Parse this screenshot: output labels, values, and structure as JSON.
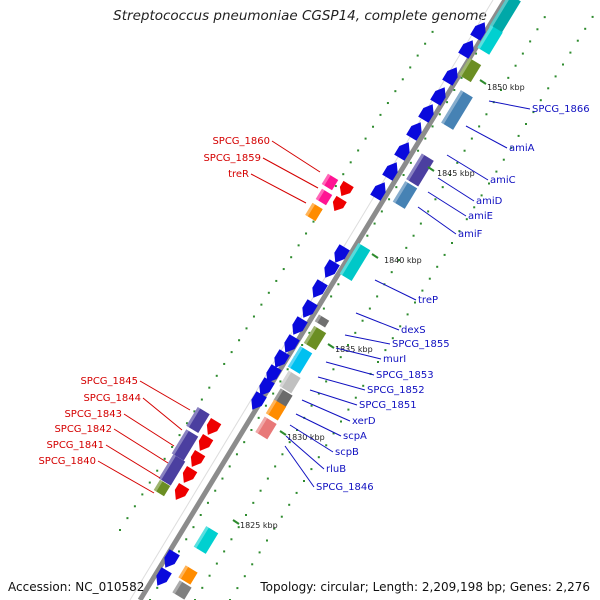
{
  "title": "Streptococcus pneumoniae CGSP14, complete genome",
  "footer": {
    "accession": "Accession: NC_010582",
    "topology": "Topology: circular; Length: 2,209,198 bp; Genes: 2,276"
  },
  "colors": {
    "backbone": "#8c8c8c",
    "tick_dots": "#2e8b2e",
    "left_label": "#d40000",
    "right_label": "#1010c0"
  },
  "kbp_labels": [
    "1850 kbp",
    "1845 kbp",
    "1840 kbp",
    "1835 kbp",
    "1830 kbp",
    "1825 kbp"
  ],
  "left_genes": [
    "SPCG_1860",
    "SPCG_1859",
    "treR",
    "SPCG_1845",
    "SPCG_1844",
    "SPCG_1843",
    "SPCG_1842",
    "SPCG_1841",
    "SPCG_1840"
  ],
  "right_genes": [
    "SPCG_1866",
    "amiA",
    "amiC",
    "amiD",
    "amiE",
    "amiF",
    "treP",
    "dexS",
    "SPCG_1855",
    "murI",
    "SPCG_1853",
    "SPCG_1852",
    "SPCG_1851",
    "xerD",
    "scpA",
    "scpB",
    "rluB",
    "SPCG_1846"
  ]
}
